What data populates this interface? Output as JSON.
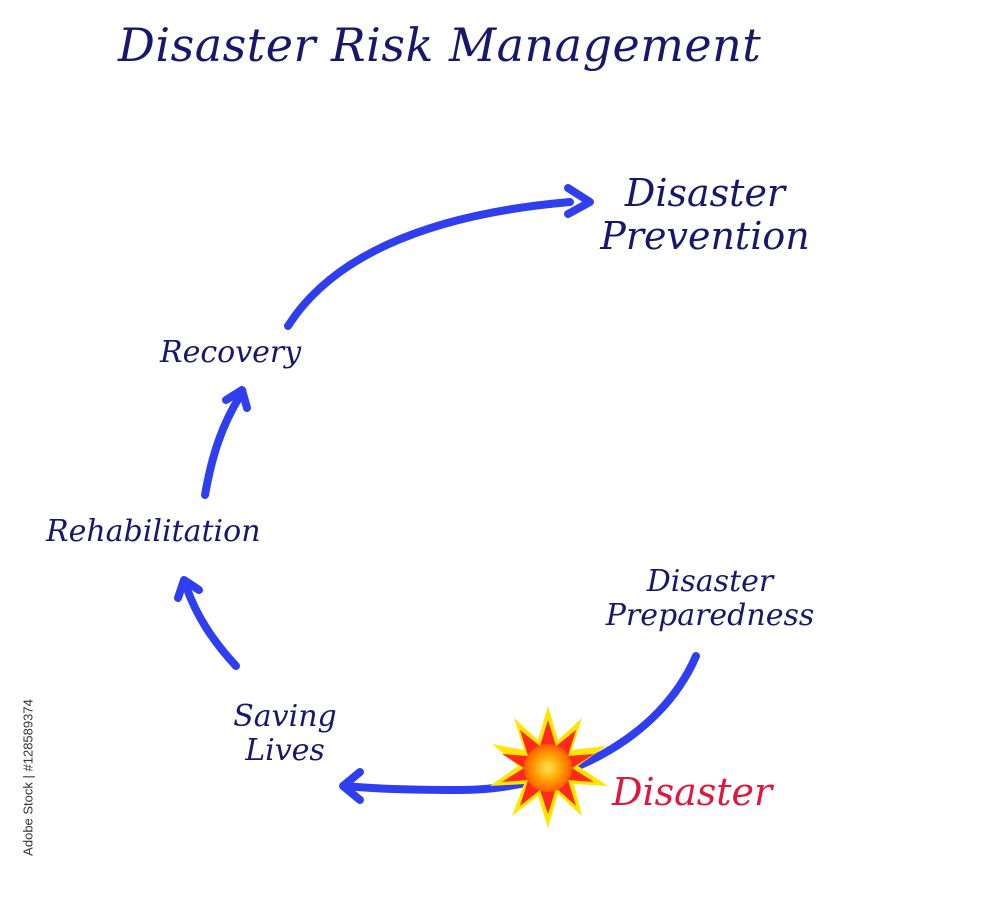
{
  "diagram": {
    "title": "Disaster Risk Management",
    "stages": {
      "prevention": [
        "Disaster",
        "Prevention"
      ],
      "recovery": "Recovery",
      "rehabilitation": "Rehabilitation",
      "preparedness": [
        "Disaster",
        "Preparedness"
      ],
      "saving_lives": [
        "Saving",
        "Lives"
      ],
      "disaster": "Disaster"
    }
  },
  "watermark": {
    "side_text": "Adobe Stock | #128589374"
  },
  "colors": {
    "arrow": "#2f3ff0",
    "label_text": "#17186b",
    "disaster_text": "#e0173c",
    "burst_outer": "#ff2a1a",
    "burst_inner": "#ffd400",
    "burst_core": "#ff8a00"
  }
}
